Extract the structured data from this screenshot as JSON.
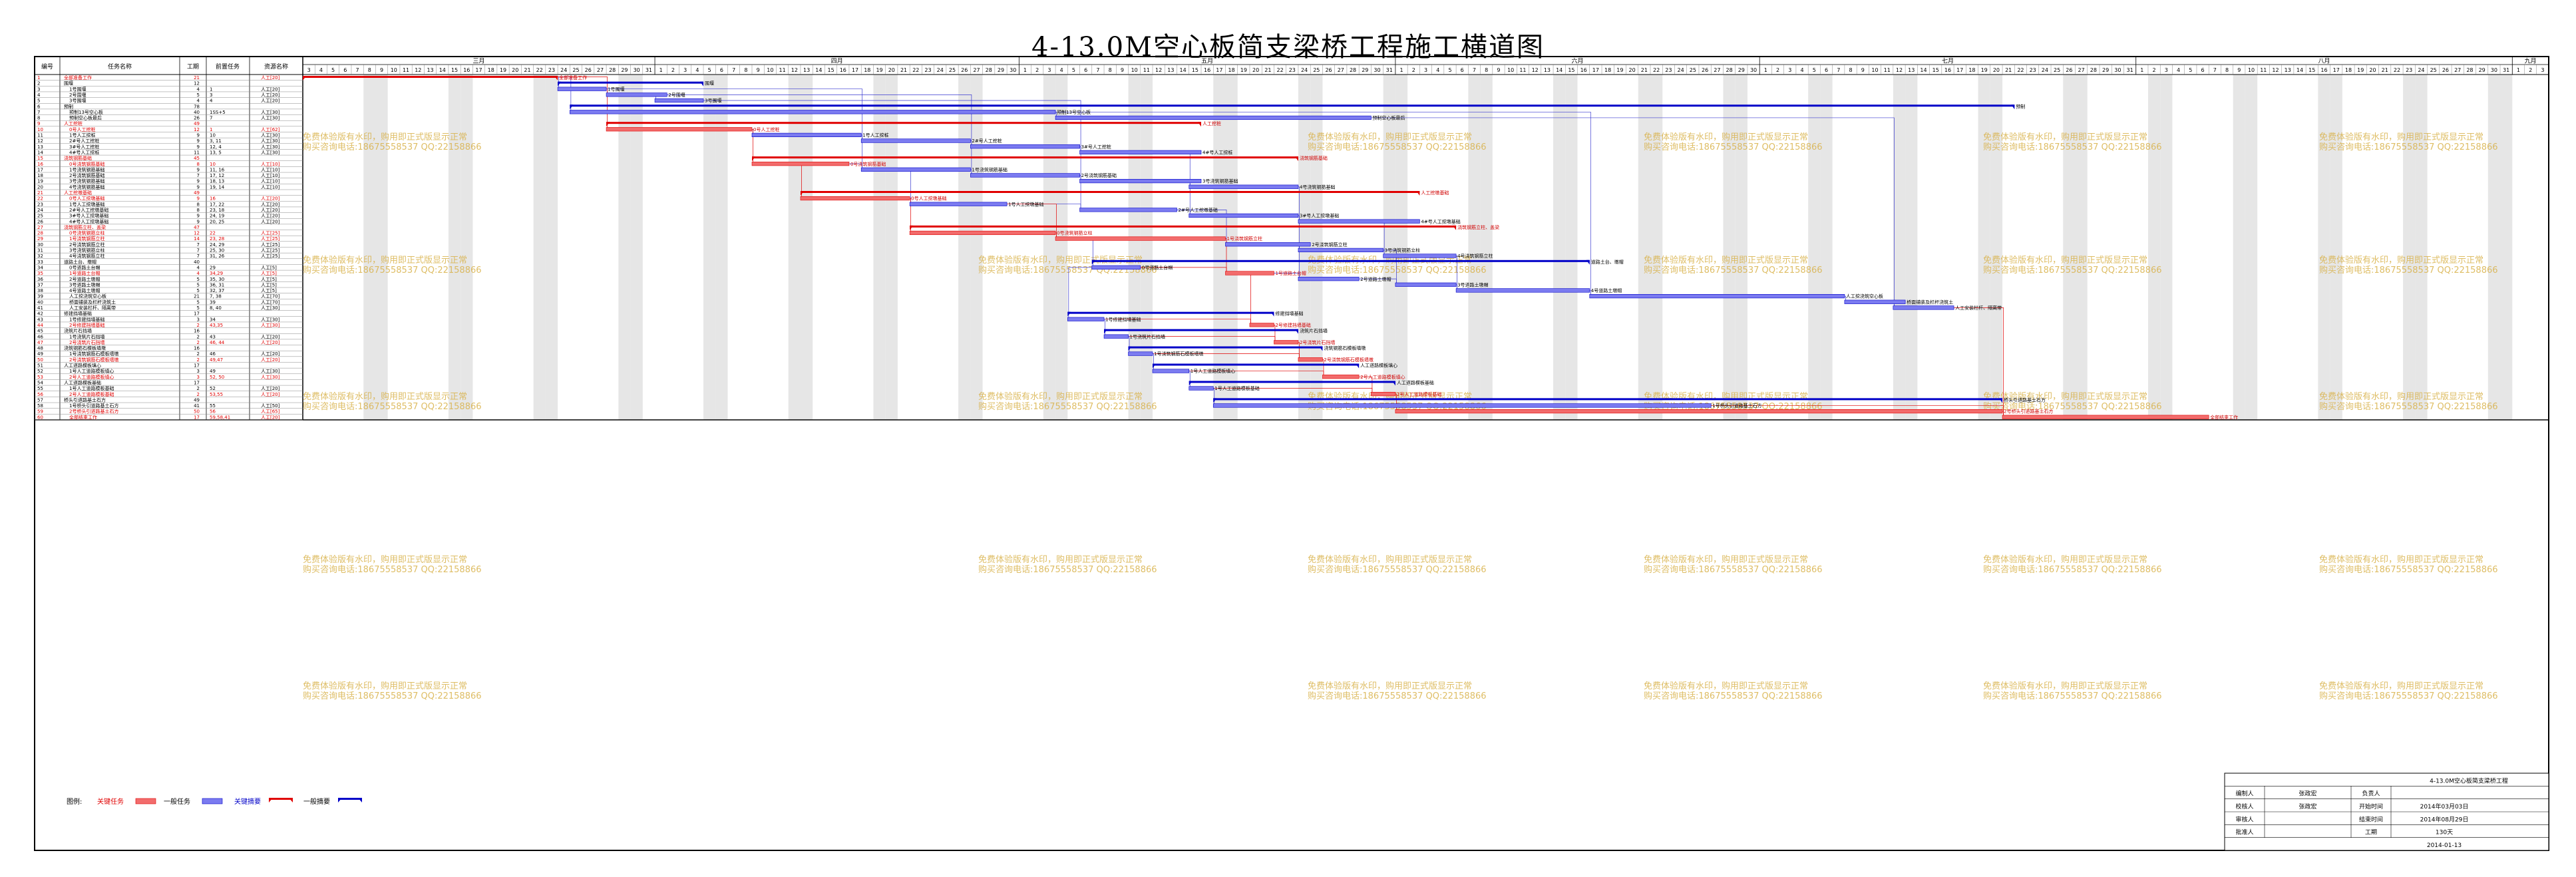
{
  "page": {
    "title": "4-13.0M空心板简支梁桥工程施工横道图"
  },
  "headers": {
    "id": "编号",
    "name": "任务名称",
    "duration": "工期",
    "predecessor": "前置任务",
    "resource": "资源名称"
  },
  "months": [
    {
      "label": "三月",
      "days": [
        "3",
        "4",
        "5",
        "6",
        "7",
        "8",
        "9",
        "10",
        "11",
        "12",
        "13",
        "14",
        "15",
        "16",
        "17",
        "18",
        "19",
        "20",
        "21",
        "22",
        "23",
        "24",
        "25",
        "26",
        "27",
        "28",
        "29",
        "30",
        "31"
      ]
    },
    {
      "label": "四月",
      "days": [
        "1",
        "2",
        "3",
        "4",
        "5",
        "6",
        "7",
        "8",
        "9",
        "10",
        "11",
        "12",
        "13",
        "14",
        "15",
        "16",
        "17",
        "18",
        "19",
        "20",
        "21",
        "22",
        "23",
        "24",
        "25",
        "26",
        "27",
        "28",
        "29",
        "30"
      ]
    },
    {
      "label": "五月",
      "days": [
        "1",
        "2",
        "3",
        "4",
        "5",
        "6",
        "7",
        "8",
        "9",
        "10",
        "11",
        "12",
        "13",
        "14",
        "15",
        "16",
        "17",
        "18",
        "19",
        "20",
        "21",
        "22",
        "23",
        "24",
        "25",
        "26",
        "27",
        "28",
        "29",
        "30",
        "31"
      ]
    },
    {
      "label": "六月",
      "days": [
        "1",
        "2",
        "3",
        "4",
        "5",
        "6",
        "7",
        "8",
        "9",
        "10",
        "11",
        "12",
        "13",
        "14",
        "15",
        "16",
        "17",
        "18",
        "19",
        "20",
        "21",
        "22",
        "23",
        "24",
        "25",
        "26",
        "27",
        "28",
        "29",
        "30"
      ]
    },
    {
      "label": "七月",
      "days": [
        "1",
        "2",
        "3",
        "4",
        "5",
        "6",
        "7",
        "8",
        "9",
        "10",
        "11",
        "12",
        "13",
        "14",
        "15",
        "16",
        "17",
        "18",
        "19",
        "20",
        "21",
        "22",
        "23",
        "24",
        "25",
        "26",
        "27",
        "28",
        "29",
        "30",
        "31"
      ]
    },
    {
      "label": "八月",
      "days": [
        "1",
        "2",
        "3",
        "4",
        "5",
        "6",
        "7",
        "8",
        "9",
        "10",
        "11",
        "12",
        "13",
        "14",
        "15",
        "16",
        "17",
        "18",
        "19",
        "20",
        "21",
        "22",
        "23",
        "24",
        "25",
        "26",
        "27",
        "28",
        "29",
        "30",
        "31"
      ]
    },
    {
      "label": "九月",
      "days": [
        "1",
        "2",
        "3"
      ]
    }
  ],
  "chart_data": {
    "type": "gantt",
    "title": "4-13.0M空心板简支梁桥工程施工横道图",
    "x_axis": "date",
    "xlim": [
      "2014-03-03",
      "2014-09-03"
    ],
    "tasks": [
      {
        "id": "1",
        "name": "全部准备工作",
        "duration": "21",
        "pred": "",
        "res": "人工[20]",
        "type": "critical_summary",
        "start": "2014-03-03",
        "end": "2014-03-23",
        "label": "全部准备工作"
      },
      {
        "id": "2",
        "name": "围堰",
        "duration": "12",
        "pred": "",
        "res": "",
        "type": "summary",
        "start": "2014-03-24",
        "end": "2014-04-04",
        "label": "围堰"
      },
      {
        "id": "3",
        "name": "1号围堰",
        "duration": "4",
        "pred": "1",
        "res": "人工[20]",
        "type": "normal",
        "start": "2014-03-24",
        "end": "2014-03-27",
        "label": "1号围堰"
      },
      {
        "id": "4",
        "name": "2号围堰",
        "duration": "5",
        "pred": "3",
        "res": "人工[20]",
        "type": "normal",
        "start": "2014-03-28",
        "end": "2014-04-01",
        "label": "2号围堰"
      },
      {
        "id": "5",
        "name": "3号围堰",
        "duration": "4",
        "pred": "4",
        "res": "人工[20]",
        "type": "normal",
        "start": "2014-04-01",
        "end": "2014-04-04",
        "label": "3号围堰"
      },
      {
        "id": "6",
        "name": "预制",
        "duration": "78",
        "pred": "",
        "res": "",
        "type": "summary",
        "start": "2014-03-25",
        "end": "2014-07-21",
        "label": "预制"
      },
      {
        "id": "7",
        "name": "预制13号空心板",
        "duration": "40",
        "pred": "1SS+5",
        "res": "人工[30]",
        "type": "normal",
        "start": "2014-03-25",
        "end": "2014-05-03",
        "label": "预制13号空心板"
      },
      {
        "id": "8",
        "name": "预制空心板最后",
        "duration": "26",
        "pred": "7",
        "res": "人工[30]",
        "type": "normal",
        "start": "2014-05-04",
        "end": "2014-05-29",
        "label": "预制空心板最后"
      },
      {
        "id": "9",
        "name": "人工挖桩",
        "duration": "49",
        "pred": "",
        "res": "",
        "type": "critical_summary",
        "start": "2014-03-28",
        "end": "2014-05-15",
        "label": "人工挖桩"
      },
      {
        "id": "10",
        "name": "0号人工挖桩",
        "duration": "12",
        "pred": "1",
        "res": "人工[62]",
        "type": "critical",
        "start": "2014-03-28",
        "end": "2014-04-08",
        "label": "0号人工挖桩"
      },
      {
        "id": "11",
        "name": "1号人工挖桩",
        "duration": "9",
        "pred": "10",
        "res": "人工[30]",
        "type": "normal",
        "start": "2014-04-09",
        "end": "2014-04-17",
        "label": "1号人工挖桩"
      },
      {
        "id": "12",
        "name": "2#号人工挖桩",
        "duration": "9",
        "pred": "3, 11",
        "res": "人工[30]",
        "type": "normal",
        "start": "2014-04-18",
        "end": "2014-04-26",
        "label": "2#号人工挖桩"
      },
      {
        "id": "13",
        "name": "3#号人工挖桩",
        "duration": "9",
        "pred": "12, 4",
        "res": "人工[30]",
        "type": "normal",
        "start": "2014-04-27",
        "end": "2014-05-05",
        "label": "3#号人工挖桩"
      },
      {
        "id": "14",
        "name": "4#号人工挖桩",
        "duration": "11",
        "pred": "13, 5",
        "res": "人工[30]",
        "type": "normal",
        "start": "2014-05-06",
        "end": "2014-05-15",
        "label": "4#号人工挖桩"
      },
      {
        "id": "15",
        "name": "浇筑钢筋基础",
        "duration": "45",
        "pred": "",
        "res": "",
        "type": "critical_summary",
        "start": "2014-04-09",
        "end": "2014-05-23",
        "label": "浇筑钢筋基础"
      },
      {
        "id": "16",
        "name": "0号浇筑钢筋基础",
        "duration": "8",
        "pred": "10",
        "res": "人工[10]",
        "type": "critical",
        "start": "2014-04-09",
        "end": "2014-04-16",
        "label": "0号浇筑钢筋基础"
      },
      {
        "id": "17",
        "name": "1号浇筑钢筋基础",
        "duration": "9",
        "pred": "11, 16",
        "res": "人工[10]",
        "type": "normal",
        "start": "2014-04-18",
        "end": "2014-04-26",
        "label": "1号浇筑钢筋基础"
      },
      {
        "id": "18",
        "name": "2号浇筑钢筋基础",
        "duration": "7",
        "pred": "17, 12",
        "res": "人工[10]",
        "type": "normal",
        "start": "2014-04-27",
        "end": "2014-05-05",
        "label": "2号浇筑钢筋基础"
      },
      {
        "id": "19",
        "name": "3号浇筑钢筋基础",
        "duration": "9",
        "pred": "18, 13",
        "res": "人工[10]",
        "type": "normal",
        "start": "2014-05-06",
        "end": "2014-05-15",
        "label": "3号浇筑钢筋基础"
      },
      {
        "id": "20",
        "name": "4号浇筑钢筋基础",
        "duration": "9",
        "pred": "19, 14",
        "res": "人工[10]",
        "type": "normal",
        "start": "2014-05-15",
        "end": "2014-05-23",
        "label": "4号浇筑钢筋基础"
      },
      {
        "id": "21",
        "name": "人工挖墩基础",
        "duration": "49",
        "pred": "",
        "res": "",
        "type": "critical_summary",
        "start": "2014-04-13",
        "end": "2014-06-02",
        "label": "人工挖墩基础"
      },
      {
        "id": "22",
        "name": "0号人工挖墩基础",
        "duration": "9",
        "pred": "16",
        "res": "人工[20]",
        "type": "critical",
        "start": "2014-04-13",
        "end": "2014-04-21",
        "label": "0号人工挖墩基础"
      },
      {
        "id": "23",
        "name": "1号人工挖墩基础",
        "duration": "8",
        "pred": "17, 22",
        "res": "人工[20]",
        "type": "normal",
        "start": "2014-04-22",
        "end": "2014-04-29",
        "label": "1号人工挖墩基础"
      },
      {
        "id": "24",
        "name": "2#号人工挖墩基础",
        "duration": "8",
        "pred": "23, 18",
        "res": "人工[20]",
        "type": "normal",
        "start": "2014-05-06",
        "end": "2014-05-13",
        "label": "2#号人工挖墩基础"
      },
      {
        "id": "25",
        "name": "3#号人工挖墩基础",
        "duration": "9",
        "pred": "24, 19",
        "res": "人工[20]",
        "type": "normal",
        "start": "2014-05-15",
        "end": "2014-05-23",
        "label": "3#号人工挖墩基础"
      },
      {
        "id": "26",
        "name": "4#号人工挖墩基础",
        "duration": "9",
        "pred": "20, 25",
        "res": "人工[20]",
        "type": "normal",
        "start": "2014-05-24",
        "end": "2014-06-02",
        "label": "4#号人工挖墩基础"
      },
      {
        "id": "27",
        "name": "浇筑钢筋立柱、盖梁",
        "duration": "47",
        "pred": "",
        "res": "",
        "type": "critical_summary",
        "start": "2014-04-22",
        "end": "2014-06-05",
        "label": "浇筑钢筋立柱、盖梁"
      },
      {
        "id": "28",
        "name": "0号浇筑钢筋立柱",
        "duration": "12",
        "pred": "22",
        "res": "人工[25]",
        "type": "critical",
        "start": "2014-04-22",
        "end": "2014-05-03",
        "label": "0号浇筑钢筋立柱"
      },
      {
        "id": "29",
        "name": "1号浇筑钢筋立柱",
        "duration": "14",
        "pred": "23, 28",
        "res": "人工[25]",
        "type": "critical",
        "start": "2014-05-04",
        "end": "2014-05-17",
        "label": "1号浇筑钢筋立柱"
      },
      {
        "id": "30",
        "name": "2号浇筑钢筋立柱",
        "duration": "7",
        "pred": "24, 29",
        "res": "人工[25]",
        "type": "normal",
        "start": "2014-05-18",
        "end": "2014-05-24",
        "label": "2号浇筑钢筋立柱"
      },
      {
        "id": "31",
        "name": "3号浇筑钢筋立柱",
        "duration": "7",
        "pred": "25, 30",
        "res": "人工[25]",
        "type": "normal",
        "start": "2014-05-24",
        "end": "2014-05-30",
        "label": "3号浇筑钢筋立柱"
      },
      {
        "id": "32",
        "name": "4号浇筑钢筋立柱",
        "duration": "7",
        "pred": "31, 26",
        "res": "人工[25]",
        "type": "normal",
        "start": "2014-05-31",
        "end": "2014-06-05",
        "label": "4号浇筑钢筋立柱"
      },
      {
        "id": "33",
        "name": "道路土台、墩帽",
        "duration": "40",
        "pred": "",
        "res": "",
        "type": "summary",
        "start": "2014-05-07",
        "end": "2014-06-16",
        "label": "道路土台、墩帽"
      },
      {
        "id": "34",
        "name": "0号道路土台帽",
        "duration": "4",
        "pred": "29",
        "res": "人工[5]",
        "type": "normal",
        "start": "2014-05-07",
        "end": "2014-05-10",
        "label": "0号道路土台帽"
      },
      {
        "id": "35",
        "name": "1号道路土台帽",
        "duration": "4",
        "pred": "34,29",
        "res": "人工[5]",
        "type": "critical",
        "start": "2014-05-18",
        "end": "2014-05-21",
        "label": "1号道路土台帽"
      },
      {
        "id": "36",
        "name": "2号道路土墩帽",
        "duration": "5",
        "pred": "35, 30",
        "res": "人工[5]",
        "type": "normal",
        "start": "2014-05-24",
        "end": "2014-05-28",
        "label": "2号道路土墩帽"
      },
      {
        "id": "37",
        "name": "3号道路土墩帽",
        "duration": "5",
        "pred": "36, 31",
        "res": "人工[5]",
        "type": "normal",
        "start": "2014-06-01",
        "end": "2014-06-05",
        "label": "3号道路土墩帽"
      },
      {
        "id": "38",
        "name": "4号道路土墩帽",
        "duration": "5",
        "pred": "32, 37",
        "res": "人工[5]",
        "type": "normal",
        "start": "2014-06-06",
        "end": "2014-06-16",
        "label": "4号道路土墩帽"
      },
      {
        "id": "39",
        "name": "人工挖浇筑空心板",
        "duration": "21",
        "pred": "7, 38",
        "res": "人工[70]",
        "type": "normal",
        "start": "2014-06-17",
        "end": "2014-07-07",
        "label": "人工挖浇筑空心板"
      },
      {
        "id": "40",
        "name": "桥面铺装及栏杆浇筑土",
        "duration": "5",
        "pred": "39",
        "res": "人工[70]",
        "type": "normal",
        "start": "2014-07-08",
        "end": "2014-07-12",
        "label": "桥面铺装及栏杆浇筑土"
      },
      {
        "id": "41",
        "name": "人工安装栏杆、隔离带",
        "duration": "5",
        "pred": "8, 40",
        "res": "人工[30]",
        "type": "normal",
        "start": "2014-07-12",
        "end": "2014-07-16",
        "label": "人工安装栏杆、隔离带"
      },
      {
        "id": "42",
        "name": "修建挡墙基础",
        "duration": "17",
        "pred": "",
        "res": "",
        "type": "summary",
        "start": "2014-05-05",
        "end": "2014-05-21",
        "label": "修建挡墙基础"
      },
      {
        "id": "43",
        "name": "1号修建挡墙基础",
        "duration": "3",
        "pred": "34",
        "res": "人工[30]",
        "type": "normal",
        "start": "2014-05-05",
        "end": "2014-05-07",
        "label": "1号修建挡墙基础"
      },
      {
        "id": "44",
        "name": "2号修建挡墙基础",
        "duration": "2",
        "pred": "43,35",
        "res": "人工[30]",
        "type": "critical",
        "start": "2014-05-20",
        "end": "2014-05-21",
        "label": "2号修建挡墙基础"
      },
      {
        "id": "45",
        "name": "浇筑片石挡墙",
        "duration": "16",
        "pred": "",
        "res": "",
        "type": "summary",
        "start": "2014-05-08",
        "end": "2014-05-23",
        "label": "浇筑片石挡墙"
      },
      {
        "id": "46",
        "name": "1号浇筑片石挡墙",
        "duration": "2",
        "pred": "43",
        "res": "人工[20]",
        "type": "normal",
        "start": "2014-05-08",
        "end": "2014-05-09",
        "label": "1号浇筑片石挡墙"
      },
      {
        "id": "47",
        "name": "2号浇筑片石挡墙",
        "duration": "2",
        "pred": "46, 44",
        "res": "人工[20]",
        "type": "critical",
        "start": "2014-05-22",
        "end": "2014-05-23",
        "label": "2号浇筑片石挡墙"
      },
      {
        "id": "48",
        "name": "浇筑钢筋石模板墙墩",
        "duration": "16",
        "pred": "",
        "res": "",
        "type": "summary",
        "start": "2014-05-10",
        "end": "2014-05-25",
        "label": "浇筑钢筋石模板墙墩"
      },
      {
        "id": "49",
        "name": "1号浇筑钢筋石模板墙墩",
        "duration": "2",
        "pred": "46",
        "res": "人工[20]",
        "type": "normal",
        "start": "2014-05-10",
        "end": "2014-05-11",
        "label": "1号浇筑钢筋石模板墙墩"
      },
      {
        "id": "50",
        "name": "2号浇筑钢筋石模板墙墩",
        "duration": "2",
        "pred": "49,47",
        "res": "人工[20]",
        "type": "critical",
        "start": "2014-05-24",
        "end": "2014-05-25",
        "label": "2号浇筑钢筋石模板墙墩"
      },
      {
        "id": "51",
        "name": "人工道路模板填心",
        "duration": "17",
        "pred": "",
        "res": "",
        "type": "summary",
        "start": "2014-05-12",
        "end": "2014-05-28",
        "label": "人工道路模板填心"
      },
      {
        "id": "52",
        "name": "1号人工道路模板填心",
        "duration": "3",
        "pred": "49",
        "res": "人工[30]",
        "type": "normal",
        "start": "2014-05-12",
        "end": "2014-05-14",
        "label": "1号人工道路模板填心"
      },
      {
        "id": "53",
        "name": "2号人工道路模板填心",
        "duration": "3",
        "pred": "52, 50",
        "res": "人工[30]",
        "type": "critical",
        "start": "2014-05-26",
        "end": "2014-05-28",
        "label": "2号人工道路模板填心"
      },
      {
        "id": "54",
        "name": "人工道路模板基础",
        "duration": "17",
        "pred": "",
        "res": "",
        "type": "summary",
        "start": "2014-05-15",
        "end": "2014-05-31",
        "label": "人工道路模板基础"
      },
      {
        "id": "55",
        "name": "1号人工道路模板基础",
        "duration": "2",
        "pred": "52",
        "res": "人工[20]",
        "type": "normal",
        "start": "2014-05-15",
        "end": "2014-05-16",
        "label": "1号人工道路模板基础"
      },
      {
        "id": "56",
        "name": "2号人工道路模板基础",
        "duration": "2",
        "pred": "53,55",
        "res": "人工[20]",
        "type": "critical",
        "start": "2014-05-30",
        "end": "2014-05-31",
        "label": "2号人工道路模板基础"
      },
      {
        "id": "57",
        "name": "桥头引道路基土石方",
        "duration": "49",
        "pred": "",
        "res": "",
        "type": "summary",
        "start": "2014-05-17",
        "end": "2014-07-20",
        "label": "桥头引道路基土石方"
      },
      {
        "id": "58",
        "name": "1号桥头引道路基土石方",
        "duration": "41",
        "pred": "55",
        "res": "人工[50]",
        "type": "normal",
        "start": "2014-05-17",
        "end": "2014-06-26",
        "label": "1号桥头引道路基土石方"
      },
      {
        "id": "59",
        "name": "2号桥头引道路基土石方",
        "duration": "50",
        "pred": "56",
        "res": "人工[65]",
        "type": "critical",
        "start": "2014-06-01",
        "end": "2014-07-20",
        "label": "2号桥头引道路基土石方"
      },
      {
        "id": "60",
        "name": "全部结束工作",
        "duration": "17",
        "pred": "59,58,41",
        "res": "人工[20]",
        "type": "critical",
        "start": "2014-07-21",
        "end": "2014-08-06",
        "label": "全部结束工作"
      }
    ]
  },
  "legend": {
    "title": "图例:",
    "critical_task": "关键任务",
    "normal_task": "一般任务",
    "critical_summary": "关键摘要",
    "normal_summary": "一般摘要"
  },
  "info_table": {
    "caption": "4-13.0M空心板简支梁桥工程",
    "rows": [
      {
        "k1": "编制人",
        "v1": "张政宏",
        "k2": "负责人",
        "v2": ""
      },
      {
        "k1": "校核人",
        "v1": "张政宏",
        "k2": "开始时间",
        "v2": "2014年03月03日"
      },
      {
        "k1": "审核人",
        "v1": "",
        "k2": "结束时间",
        "v2": "2014年08月29日"
      },
      {
        "k1": "批准人",
        "v1": "",
        "k2": "工期",
        "v2": "130天"
      }
    ],
    "date": "2014-01-13"
  },
  "watermark": {
    "line1": "免费体验版有水印，购用即正式版显示正常",
    "line2": "购买咨询电话:18675558537 QQ:22158866"
  },
  "colors": {
    "critical_bar": "#f26c6c",
    "normal_bar": "#7b7bf0",
    "critical_line": "#e00000",
    "normal_line": "#0000c8",
    "link": "#3a3ad0",
    "weekend": "#e6e6e6"
  }
}
